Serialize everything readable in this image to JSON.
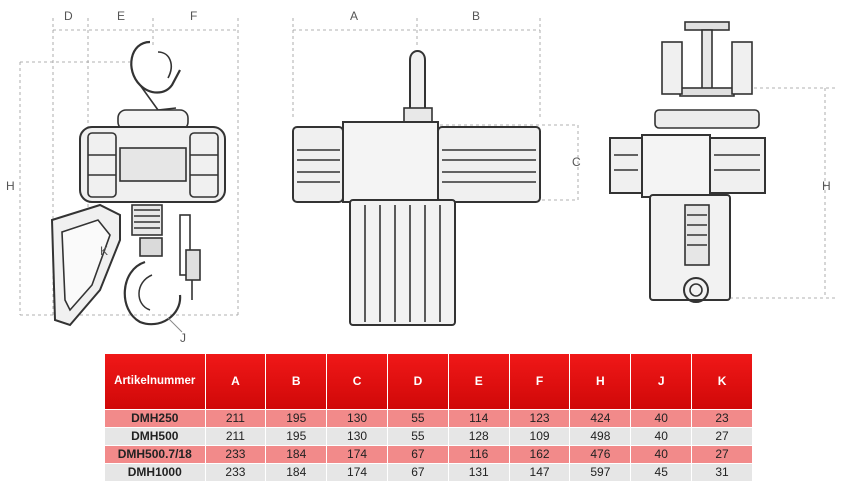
{
  "dimension_labels": {
    "D": "D",
    "E": "E",
    "F": "F",
    "A": "A",
    "B": "B",
    "C": "C",
    "H": "H",
    "K": "K",
    "J": "J"
  },
  "table": {
    "headers": [
      "Artikelnummer",
      "A",
      "B",
      "C",
      "D",
      "E",
      "F",
      "H",
      "J",
      "K"
    ],
    "rows": [
      [
        "DMH250",
        "211",
        "195",
        "130",
        "55",
        "114",
        "123",
        "424",
        "40",
        "23"
      ],
      [
        "DMH500",
        "211",
        "195",
        "130",
        "55",
        "128",
        "109",
        "498",
        "40",
        "27"
      ],
      [
        "DMH500.7/18",
        "233",
        "184",
        "174",
        "67",
        "116",
        "162",
        "476",
        "40",
        "27"
      ],
      [
        "DMH1000",
        "233",
        "184",
        "174",
        "67",
        "131",
        "147",
        "597",
        "45",
        "31"
      ]
    ]
  },
  "colors": {
    "header_red": "#e01010",
    "row_pink": "#f28a8a",
    "row_grey": "#e6e6e6"
  }
}
